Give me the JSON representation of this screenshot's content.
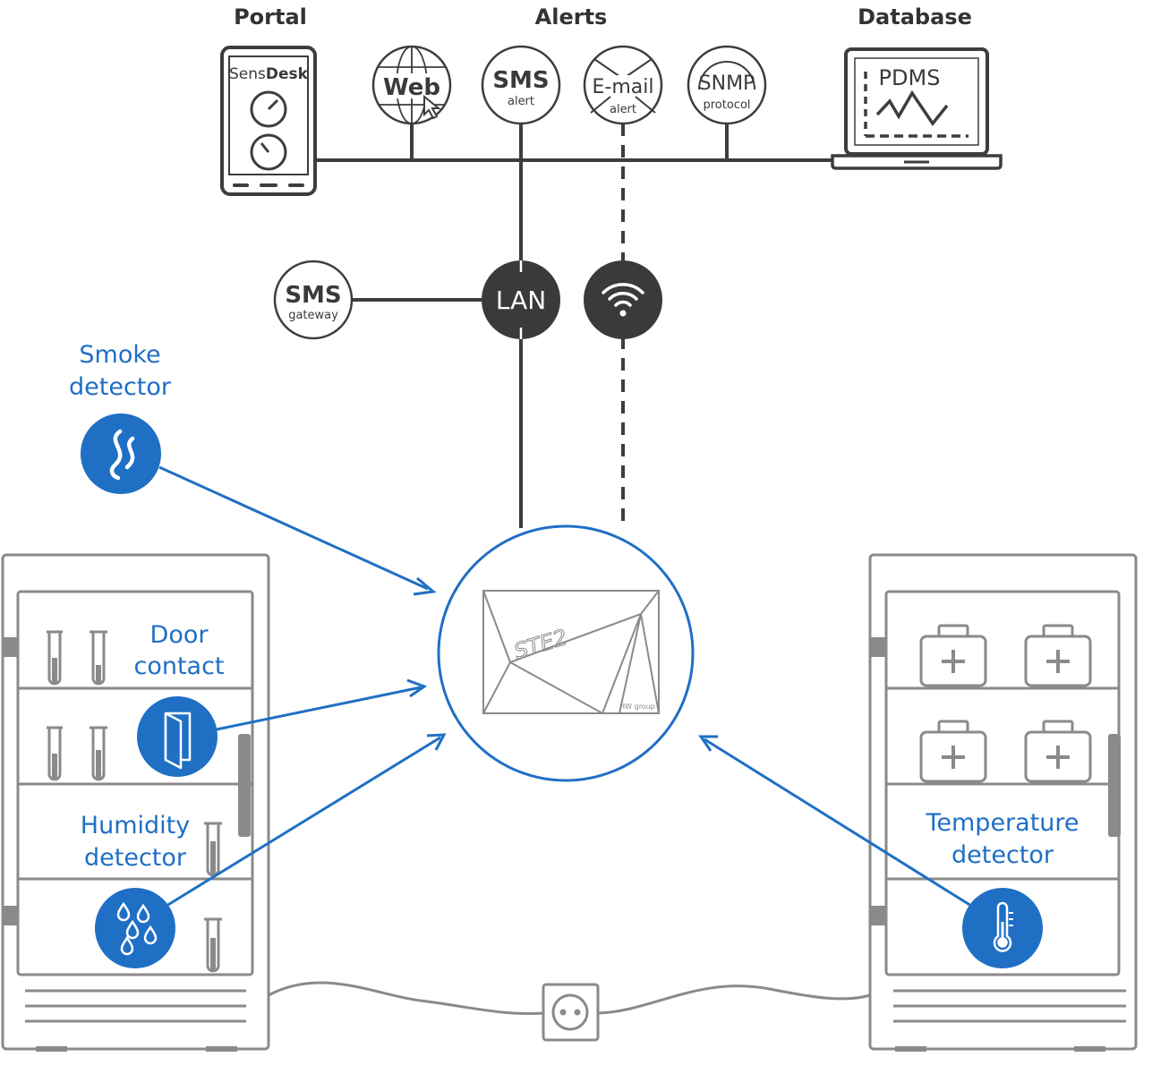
{
  "headers": {
    "portal": "Portal",
    "alerts": "Alerts",
    "database": "Database"
  },
  "portal_device": {
    "brand_light": "Sens",
    "brand_bold": "Desk"
  },
  "alert_nodes": {
    "web": "Web",
    "sms_title": "SMS",
    "sms_sub": "alert",
    "email_title": "E-mail",
    "email_sub": "alert",
    "snmp_title": "SNMP",
    "snmp_sub": "protocol"
  },
  "database_device": {
    "label": "PDMS"
  },
  "network": {
    "sms_gateway_title": "SMS",
    "sms_gateway_sub": "gateway",
    "lan": "LAN",
    "wifi_icon": "wifi-icon"
  },
  "center_device": {
    "name": "STE2",
    "maker_mark": "HW group"
  },
  "sensors": {
    "smoke": [
      "Smoke",
      "detector"
    ],
    "door": [
      "Door",
      "contact"
    ],
    "humidity": [
      "Humidity",
      "detector"
    ],
    "temperature": [
      "Temperature",
      "detector"
    ]
  },
  "icons": {
    "smoke": "flame-icon",
    "door": "door-icon",
    "humidity": "droplets-icon",
    "temperature": "thermometer-icon",
    "socket": "power-socket-icon"
  },
  "colors": {
    "accent": "#1f6fc5",
    "line": "#3d3d3d",
    "cabinet": "#8a8a8a"
  }
}
